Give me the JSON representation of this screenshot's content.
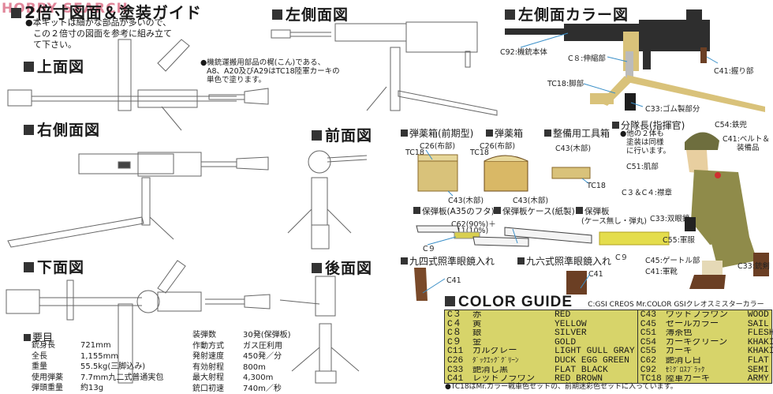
{
  "header": {
    "watermark": "HOBBY SEARCH",
    "title": "2倍寸図面＆塗装ガイド",
    "intro_lines": [
      "●本キットは細かな部品が多いので、",
      "この２倍寸の図面を参考に組み立て",
      "て下さい。"
    ]
  },
  "views": {
    "top": "上面図",
    "right_side": "右側面図",
    "bottom": "下面図",
    "left_side": "左側面図",
    "front": "前面図",
    "rear": "後面図",
    "left_side_color": "左側面カラー図"
  },
  "pole_note": [
    "●機銃運搬用部品の梶(こん)である、",
    "A8、A20及びA29はTC18陸軍カーキの",
    "単色で塗ります。"
  ],
  "color_view_labels": {
    "c92": "C92:機銃本体",
    "c8": "C８:伸縮部",
    "c41": "C41:握り部",
    "tc18": "TC18:脚部",
    "c33": "C33:ゴム製部分"
  },
  "accessories": {
    "ammo_box_early": {
      "title": "弾薬箱(前期型)",
      "c26": "C26(布部)",
      "tc18": "TC18",
      "c43": "C43(木部)"
    },
    "ammo_box": {
      "title": "弾薬箱",
      "c26": "C26(布部)",
      "tc18": "TC18",
      "c43": "C43(木部)"
    },
    "tool_box": {
      "title": "整備用工具箱",
      "c43": "C43(木部)",
      "tc18": "TC18"
    },
    "clip_lid": {
      "title": "保弾板(A35のフタ)",
      "mix1": "C62(90%)＋",
      "mix2": "C11(10%)",
      "c9": "C９"
    },
    "clip_case": {
      "title": "保弾板ケース(紙製)"
    },
    "clip": {
      "title": "保弾板",
      "subtitle": "(ケース無し・弾丸)",
      "c9": "C９"
    },
    "scope94": {
      "title": "九四式照準眼鏡入れ",
      "c41": "C41"
    },
    "scope96": {
      "title": "九六式照準眼鏡入れ",
      "c41": "C41"
    }
  },
  "figure": {
    "title": "分隊長(指揮官)",
    "note": [
      "●他の２体も",
      "塗装は同様",
      "に行います。"
    ],
    "labels": {
      "c54": "C54:鉄兜",
      "c41_belt": [
        "C41:ベルト＆",
        "装備品"
      ],
      "c51": "C51:肌部",
      "c3c4": "C３＆C４:襟章",
      "c33_bino": "C33:双眼鏡",
      "c55": "C55:軍服",
      "c45": "C45:ゲートル部",
      "c41_boots": "C41:軍靴",
      "c33_bayonet": "C33:銃剣"
    }
  },
  "specs": {
    "title": "要目",
    "left": [
      {
        "k": "銃身長",
        "v": "721mm"
      },
      {
        "k": "全長",
        "v": "1,155mm"
      },
      {
        "k": "重量",
        "v": "55.5kg(三脚込み)"
      },
      {
        "k": "使用弾薬",
        "v": "7.7mm九二式普通実包"
      },
      {
        "k": "弾頭重量",
        "v": "約13g"
      }
    ],
    "right": [
      {
        "k": "装弾数",
        "v": "30発(保弾板)"
      },
      {
        "k": "作動方式",
        "v": "ガス圧利用"
      },
      {
        "k": "発射速度",
        "v": "450発／分"
      },
      {
        "k": "有効射程",
        "v": "800m"
      },
      {
        "k": "最大射程",
        "v": "4,300m"
      },
      {
        "k": "銃口初速",
        "v": "740m／秒"
      }
    ]
  },
  "color_guide": {
    "title": "COLOR GUIDE",
    "subtitle": "C:GSI CREOS Mr.COLOR GSIクレオスミスターカラー",
    "bg_color": "#d7d46a",
    "left": [
      {
        "code": "C３",
        "jp": "赤",
        "en": "RED"
      },
      {
        "code": "C４",
        "jp": "黄",
        "en": "YELLOW"
      },
      {
        "code": "C８",
        "jp": "銀",
        "en": "SILVER"
      },
      {
        "code": "C９",
        "jp": "金",
        "en": "GOLD"
      },
      {
        "code": "C11",
        "jp": "ガルグレー",
        "en": "LIGHT GULL GRAY"
      },
      {
        "code": "C26",
        "jp": "ﾀﾞｯｸｴｯｸﾞｸﾞﾘｰﾝ",
        "en": "DUCK EGG GREEN"
      },
      {
        "code": "C33",
        "jp": "艶消し黒",
        "en": "FLAT BLACK"
      },
      {
        "code": "C41",
        "jp": "レッドブラウン",
        "en": "RED BROWN"
      }
    ],
    "right": [
      {
        "code": "C43",
        "jp": "ウッドブラウン",
        "en": "WOOD BROWN"
      },
      {
        "code": "C45",
        "jp": "セールカラー",
        "en": "SAIL COLOR"
      },
      {
        "code": "C51",
        "jp": "薄茶色",
        "en": "FLESH"
      },
      {
        "code": "C54",
        "jp": "カーキグリーン",
        "en": "KHAKI GREEN"
      },
      {
        "code": "C55",
        "jp": "カーキ",
        "en": "KHAKI"
      },
      {
        "code": "C62",
        "jp": "艶消し白",
        "en": "FLAT WHITE"
      },
      {
        "code": "C92",
        "jp": "ｾﾐｸﾞﾛｽﾌﾞﾗｯｸ",
        "en": "SEMI GLOSS BLACK"
      },
      {
        "code": "TC18",
        "jp": "陸軍カーキ",
        "en": "ARMY KHAKI"
      }
    ],
    "footnote": "●TC18はMr.カラー戦車色セットの、前期迷彩色セットに入っています。"
  },
  "colors": {
    "tan": "#d9c27a",
    "gun_black": "#2e2e2e",
    "brown": "#7a4a2a",
    "khaki": "#8a8a4a",
    "leader_line": "#3a8fc8"
  }
}
